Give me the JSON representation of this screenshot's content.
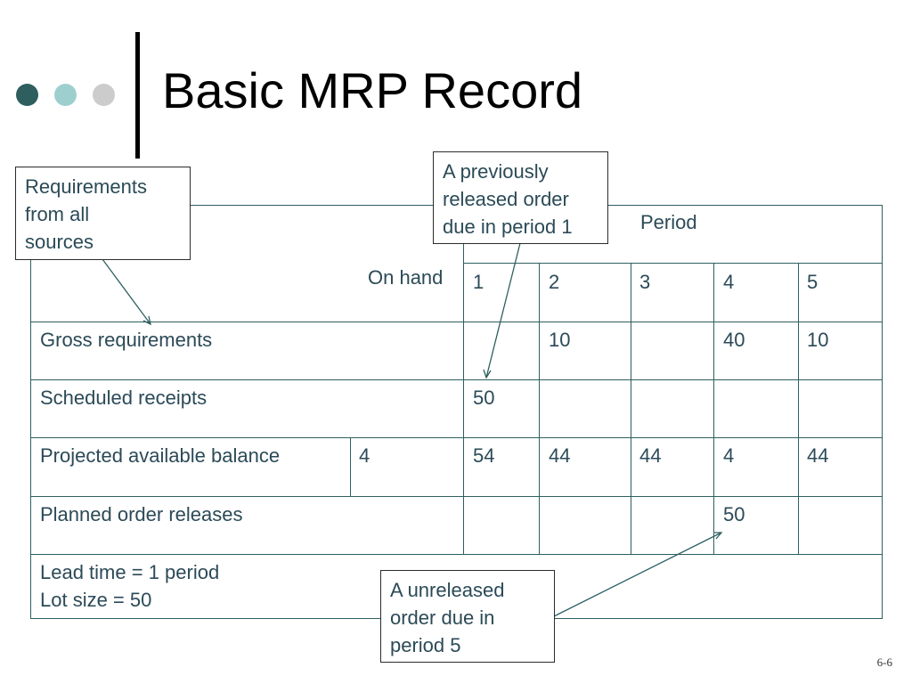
{
  "slide": {
    "title": "Basic MRP Record",
    "number": "6-6",
    "dot_colors": [
      "#2e5e5e",
      "#9ecfcf",
      "#cccccc"
    ]
  },
  "table": {
    "on_hand_label": "On hand",
    "period_label": "Period",
    "periods": [
      "1",
      "2",
      "3",
      "4",
      "5"
    ],
    "rows": [
      {
        "label": "Gross requirements",
        "on_hand": "",
        "values": [
          "",
          "10",
          "",
          "40",
          "10"
        ]
      },
      {
        "label": "Scheduled receipts",
        "on_hand": "",
        "values": [
          "50",
          "",
          "",
          "",
          ""
        ]
      },
      {
        "label": "Projected available balance",
        "on_hand": "4",
        "values": [
          "54",
          "44",
          "44",
          "4",
          "44"
        ]
      },
      {
        "label": "Planned order releases",
        "on_hand": "",
        "values": [
          "",
          "",
          "",
          "50",
          ""
        ]
      }
    ],
    "footer": {
      "lead_time": "Lead time = 1 period",
      "lot_size": "Lot size = 50"
    }
  },
  "callouts": {
    "requirements": [
      "Requirements",
      "from all",
      "sources"
    ],
    "previously_released": [
      "A previously",
      "released order",
      "due in period 1"
    ],
    "unreleased": [
      "A unreleased",
      "order due in",
      "period 5"
    ]
  }
}
